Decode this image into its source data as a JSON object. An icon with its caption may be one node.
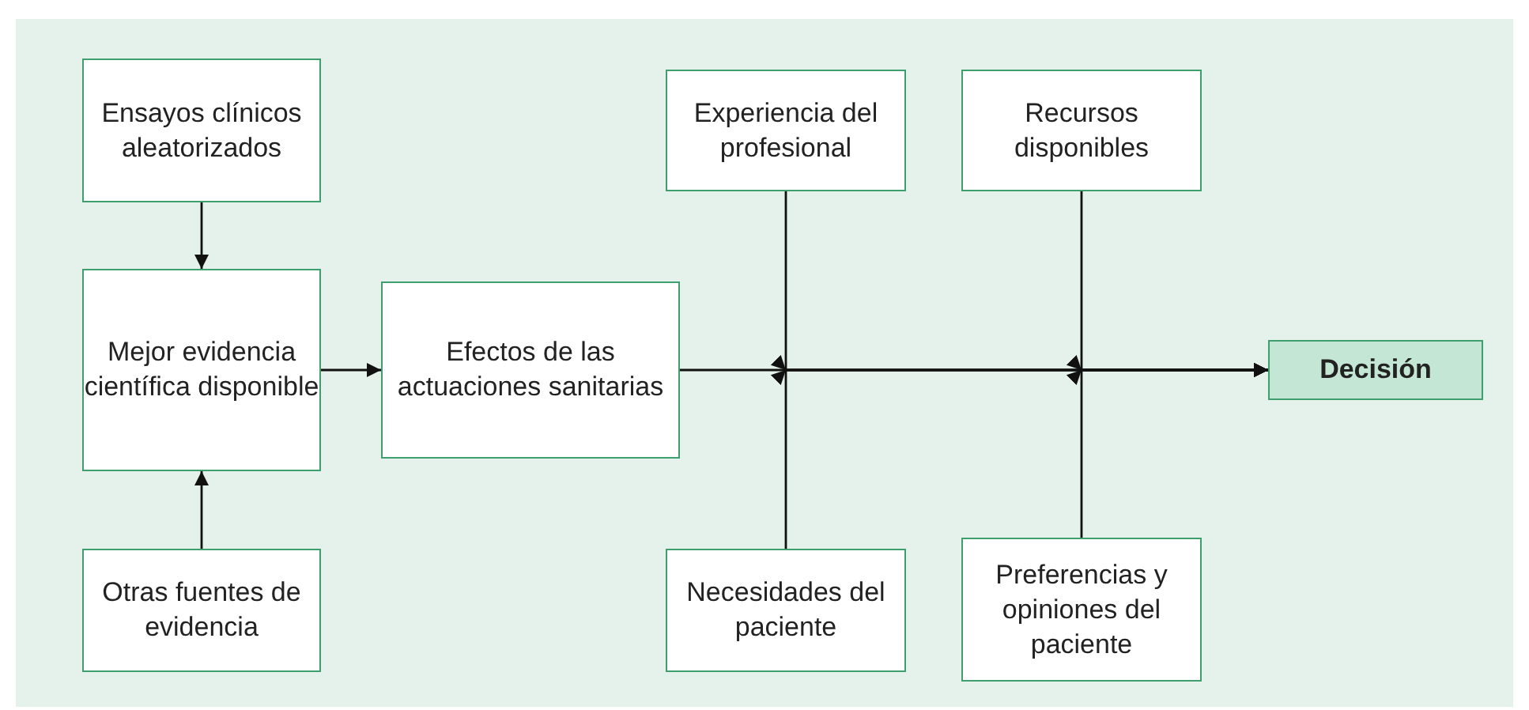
{
  "diagram": {
    "nodes": [
      {
        "text": [
          "Ensayos clínicos aleatorizados"
        ]
      },
      {
        "text": [
          "Mejor evidencia científica disponible"
        ]
      },
      {
        "text": [
          "Otras fuentes de evidencia"
        ]
      },
      {
        "text": [
          "Efectos de las actuaciones sanitarias"
        ]
      },
      {
        "text": [
          "Experiencia del profesional"
        ]
      },
      {
        "text": [
          "Recursos disponibles"
        ]
      },
      {
        "text": [
          "Decisión"
        ]
      },
      {
        "text": [
          "Necesidades del paciente"
        ]
      },
      {
        "text": [
          "Preferencias y opiniones del paciente"
        ]
      }
    ],
    "edges": [
      {
        "from": 0,
        "to": 1,
        "arrow": "to"
      },
      {
        "from": 2,
        "to": 1,
        "arrow": "to"
      },
      {
        "from": 1,
        "to": 3,
        "arrow": "to"
      },
      {
        "from": 3,
        "to": 6,
        "arrow": "to"
      },
      {
        "from": 4,
        "to": 6,
        "arrow": "to"
      },
      {
        "from": 7,
        "to": 6,
        "arrow": "to"
      },
      {
        "from": 5,
        "to": 6,
        "arrow": "to"
      },
      {
        "from": 8,
        "to": 6,
        "arrow": "to"
      }
    ]
  }
}
